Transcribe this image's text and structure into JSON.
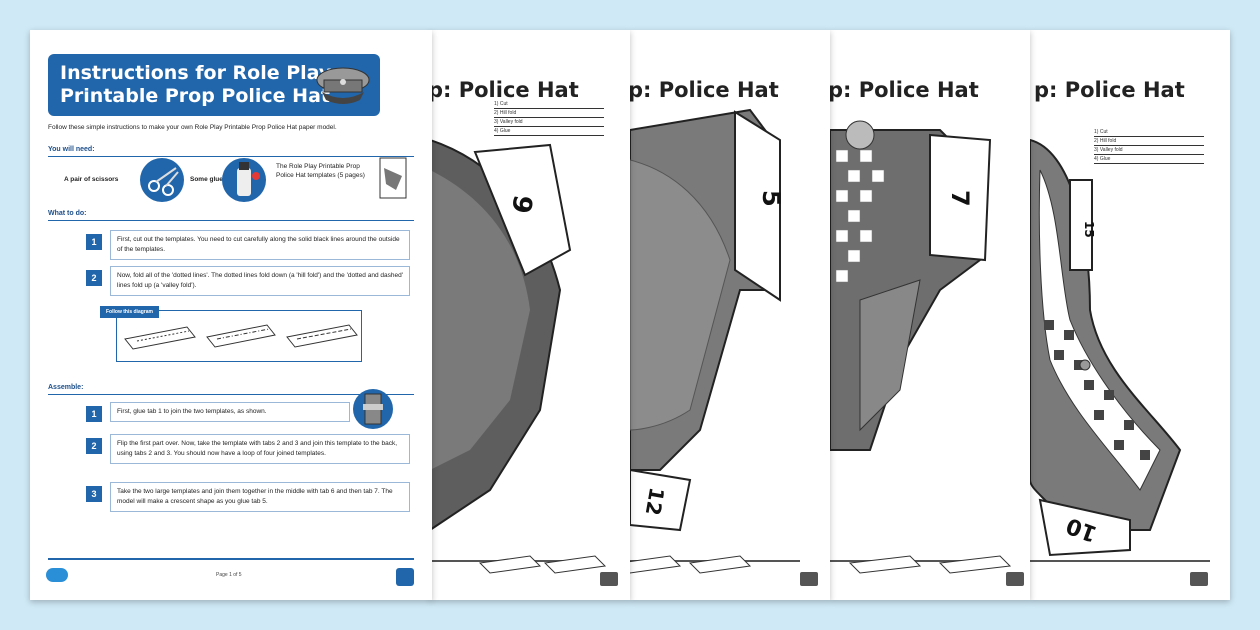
{
  "document": {
    "title_line1": "Instructions for Role Play",
    "title_line2": "Printable Prop Police Hat",
    "intro": "Follow these simple instructions to make your own Role Play Printable Prop Police Hat paper model.",
    "you_will_need_heading": "You will need:",
    "needs": [
      "A pair of scissors",
      "Some glue",
      "The Role Play Printable Prop Police Hat templates (5 pages)"
    ],
    "what_to_do_heading": "What to do:",
    "steps": [
      {
        "num": "1",
        "text": "First, cut out the templates. You need to cut carefully along the solid black lines around the outside of the templates."
      },
      {
        "num": "2",
        "text": "Now, fold all of the 'dotted lines'. The dotted lines fold down (a 'hill fold') and the 'dotted and dashed' lines fold up (a 'valley fold')."
      }
    ],
    "diagram_tag": "Follow this diagram",
    "assemble_heading": "Assemble:",
    "assemble_steps": [
      {
        "num": "1",
        "text": "First, glue tab 1 to join the two templates, as shown."
      },
      {
        "num": "2",
        "text": "Flip the first part over. Now, take the template with tabs 2 and 3 and join this template to the back, using tabs 2 and 3. You should now have a loop of four joined templates."
      },
      {
        "num": "3",
        "text": "Take the two large templates and join them together in the middle with tab 6 and then tab 7. The model will make a crescent shape as you glue tab 5."
      }
    ],
    "page": "Page 1 of 5"
  },
  "sheets": [
    {
      "title": "p: Police Hat",
      "tab": "9"
    },
    {
      "title": "p: Police Hat",
      "tab": "5",
      "tab_bottom": "12"
    },
    {
      "title": "p: Police Hat",
      "tab": "7"
    },
    {
      "title": "p: Police Hat",
      "tab": "15",
      "tab_bottom": "10"
    }
  ],
  "fields": [
    "1) Cut",
    "2) Hill fold",
    "3) Valley fold",
    "4) Glue"
  ],
  "colors": {
    "accent": "#2166ab",
    "background": "#cfe9f6",
    "hat_grey": "#8a8a8a",
    "hat_dark": "#5a5a5a"
  }
}
